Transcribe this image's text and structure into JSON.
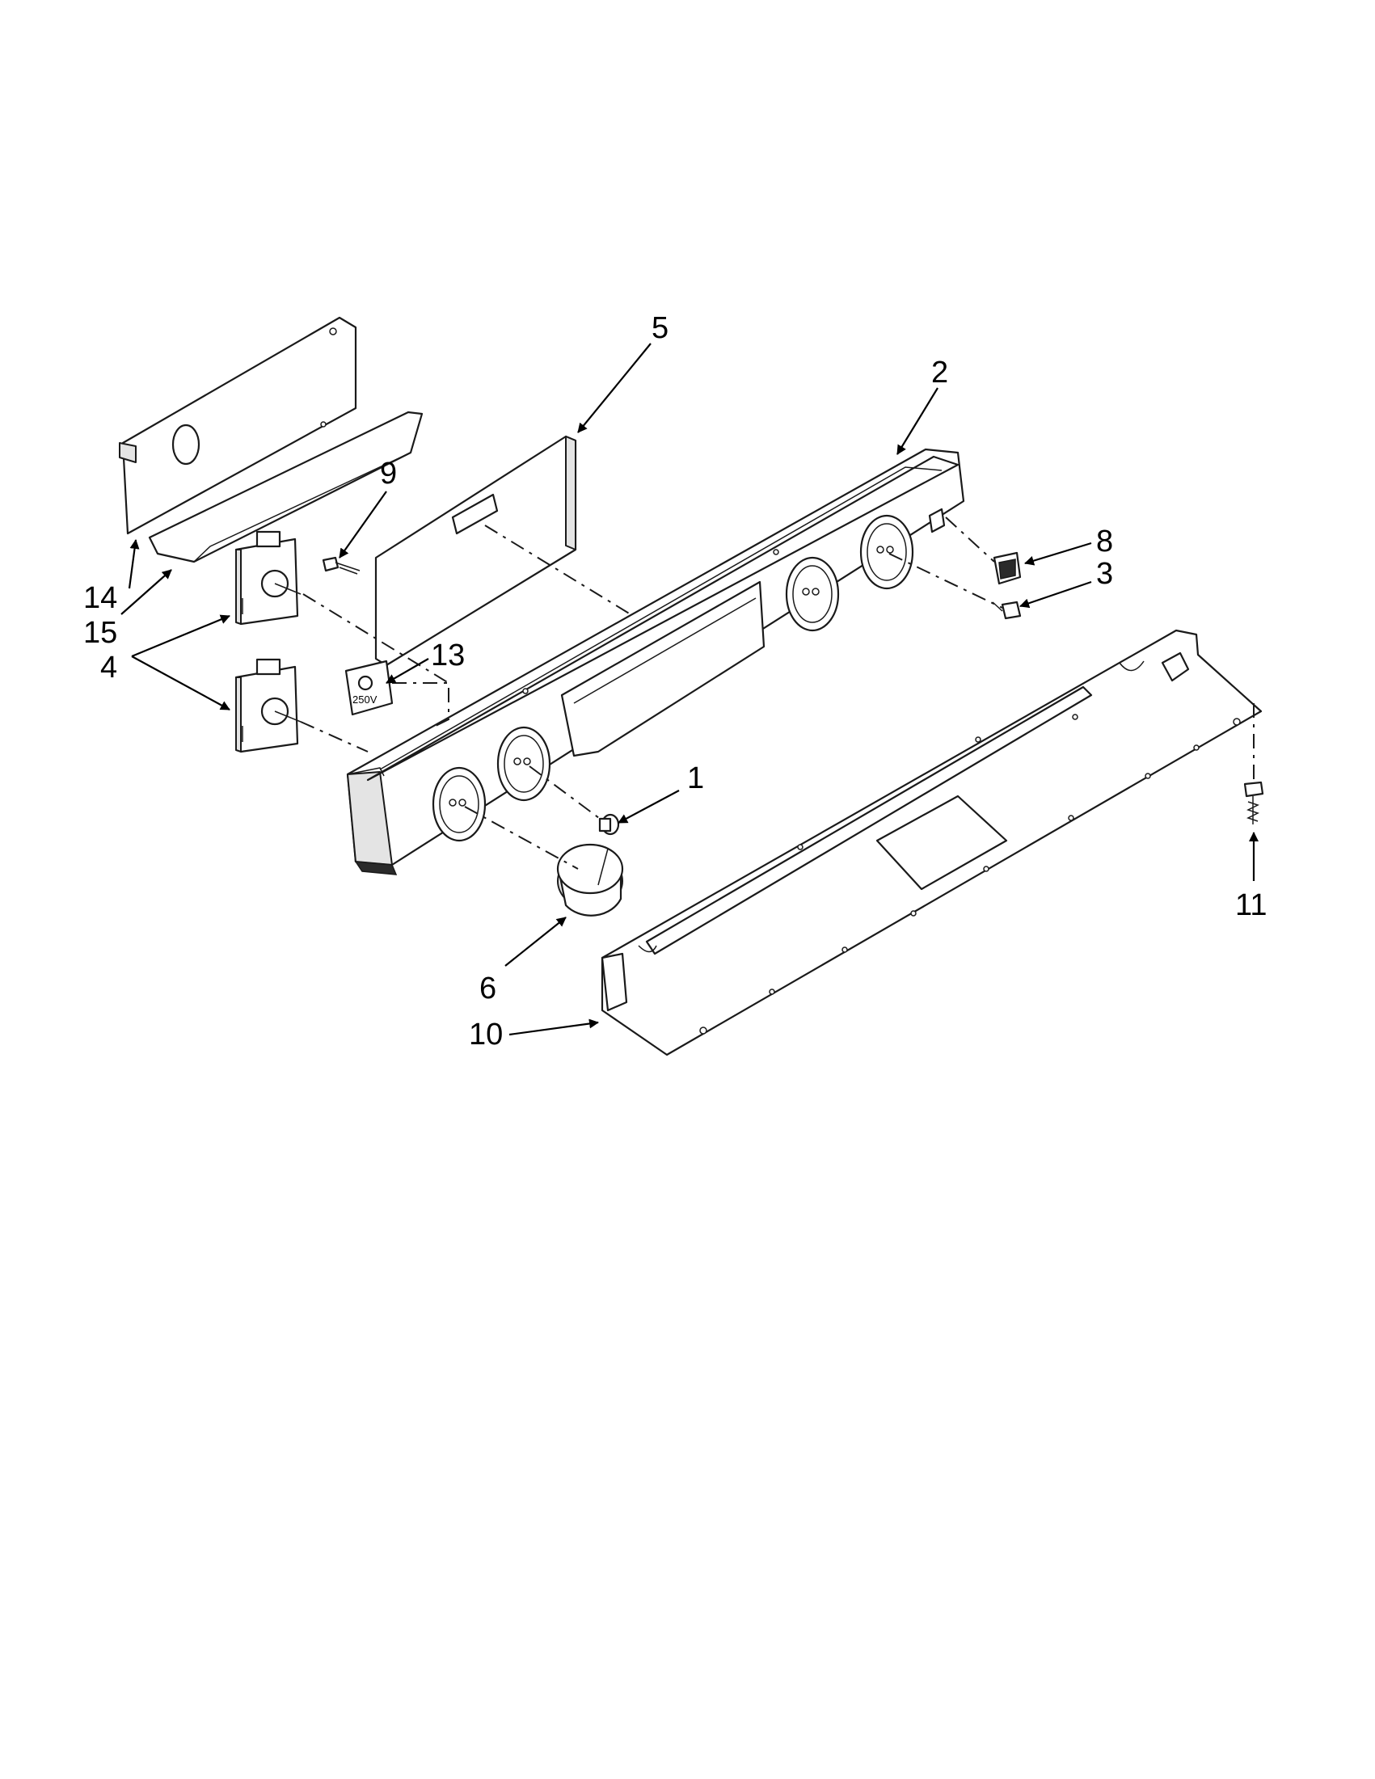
{
  "diagram": {
    "callouts": [
      {
        "id": "1",
        "label": "1"
      },
      {
        "id": "2",
        "label": "2"
      },
      {
        "id": "3",
        "label": "3"
      },
      {
        "id": "4",
        "label": "4"
      },
      {
        "id": "5",
        "label": "5"
      },
      {
        "id": "6",
        "label": "6"
      },
      {
        "id": "8",
        "label": "8"
      },
      {
        "id": "9",
        "label": "9"
      },
      {
        "id": "10",
        "label": "10"
      },
      {
        "id": "11",
        "label": "11"
      },
      {
        "id": "13",
        "label": "13"
      },
      {
        "id": "14",
        "label": "14"
      },
      {
        "id": "15",
        "label": "15"
      }
    ],
    "component_marking": "250V"
  }
}
